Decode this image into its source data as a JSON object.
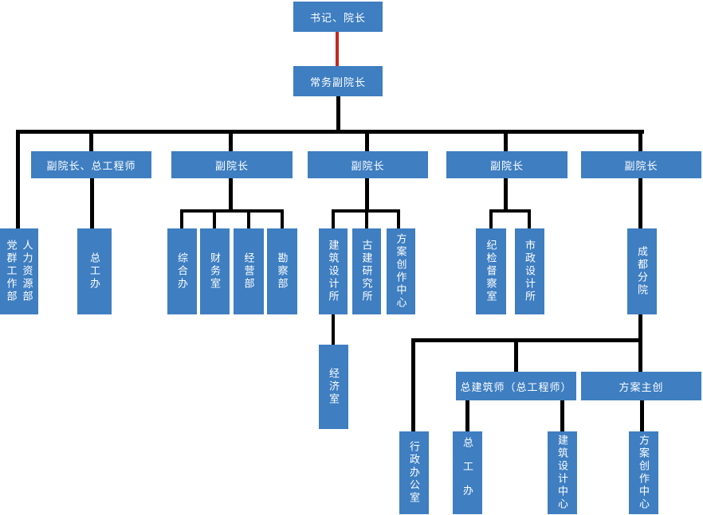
{
  "colors": {
    "node_fill": "#3e7ec1",
    "node_text": "#ffffff",
    "connector": "#000000",
    "root_connector": "#c02b23"
  },
  "nodes": {
    "secretary_president": "书记、院长",
    "executive_vp": "常务副院长",
    "vp_chief_engineer": "副院长、总工程师",
    "vp_2": "副院长",
    "vp_3": "副院长",
    "vp_4": "副院长",
    "vp_5": "副院长",
    "party_masses_dept": "党群工作部",
    "hr_dept": "人力资源部",
    "chief_engineer_office": "总工办",
    "general_office": "综合办",
    "finance_office": "财务室",
    "business_dept": "经营部",
    "survey_dept": "勘察部",
    "architecture_design_institute": "建筑设计所",
    "ancient_architecture_institute": "古建研究所",
    "scheme_creation_center": "方案创作中心",
    "economics_office": "经济室",
    "discipline_inspection_office": "纪检督察室",
    "municipal_design_institute": "市政设计所",
    "chengdu_branch": "成都分院",
    "chief_architect": "总建筑师（总工程师）",
    "scheme_lead": "方案主创",
    "admin_office": "行政办公室",
    "chengdu_chief_engineer_office": "总工办",
    "architecture_design_center": "建筑设计中心",
    "chengdu_scheme_creation_center": "方案创作中心"
  },
  "hierarchy": {
    "secretary_president": [
      "executive_vp"
    ],
    "executive_vp": [
      "party_masses_dept_hr_dept",
      "vp_chief_engineer",
      "vp_2",
      "vp_3",
      "vp_4",
      "vp_5"
    ],
    "vp_chief_engineer": [
      "chief_engineer_office"
    ],
    "vp_2": [
      "general_office",
      "finance_office",
      "business_dept",
      "survey_dept"
    ],
    "vp_3": [
      "architecture_design_institute",
      "ancient_architecture_institute",
      "scheme_creation_center"
    ],
    "architecture_design_institute": [
      "economics_office"
    ],
    "vp_4": [
      "discipline_inspection_office",
      "municipal_design_institute"
    ],
    "vp_5": [
      "chengdu_branch"
    ],
    "chengdu_branch": [
      "admin_office",
      "chief_architect",
      "scheme_lead"
    ],
    "chief_architect": [
      "chengdu_chief_engineer_office",
      "architecture_design_center"
    ],
    "scheme_lead": [
      "chengdu_scheme_creation_center"
    ]
  }
}
